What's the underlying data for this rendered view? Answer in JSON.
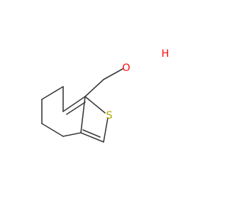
{
  "molecule": {
    "atoms": {
      "hydroxyl_o": {
        "symbol": "O",
        "color": "#ff0d0d"
      },
      "hydroxyl_h": {
        "symbol": "H",
        "color": "#ff0d0d"
      },
      "ring_s": {
        "symbol": "S",
        "color": "#b2a600"
      }
    },
    "bond_color": "#3a3a3a"
  }
}
